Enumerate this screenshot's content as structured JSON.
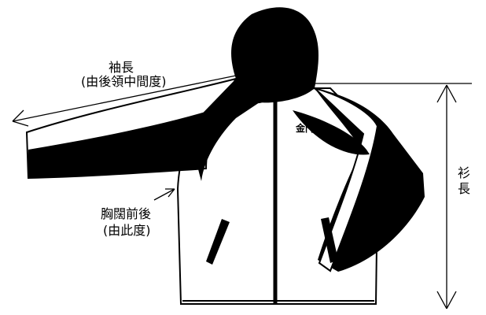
{
  "annotations": {
    "sleeve_length": {
      "line1": "袖長",
      "line2": "(由後領中間度)"
    },
    "chest_width": {
      "line1": "胸闊前後",
      "line2": "(由此度)"
    },
    "body_length": {
      "text": "衫長"
    }
  },
  "logo_text": "金門教",
  "colors": {
    "ink": "#000000",
    "fabric": "#ffffff",
    "accent_panel": "#000000"
  },
  "icons": [
    "jacket-figure",
    "arrow-left-icon",
    "arrow-up-icon",
    "arrow-down-icon",
    "arrow-pointer-icon"
  ]
}
